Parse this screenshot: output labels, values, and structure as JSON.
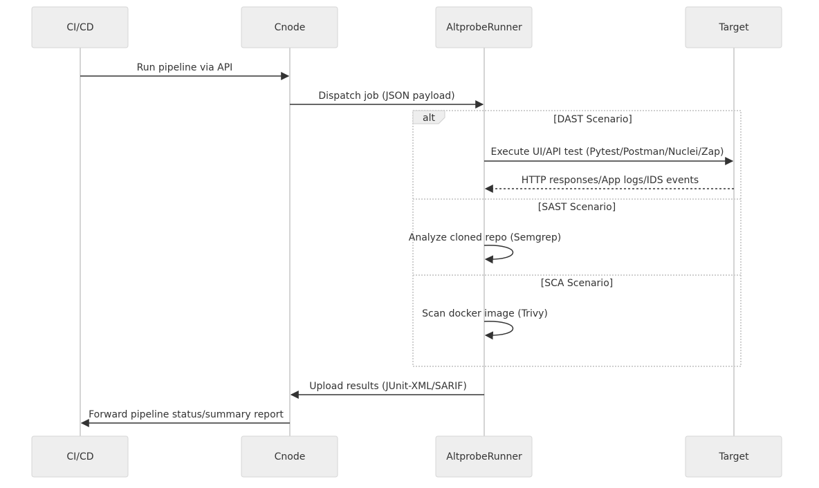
{
  "participants": [
    {
      "id": "cicd",
      "label": "CI/CD"
    },
    {
      "id": "cnode",
      "label": "Cnode"
    },
    {
      "id": "runner",
      "label": "AltprobeRunner"
    },
    {
      "id": "target",
      "label": "Target"
    }
  ],
  "messages": [
    {
      "id": "run-pipeline",
      "from": "cicd",
      "to": "cnode",
      "label": "Run pipeline via API",
      "style": "solid"
    },
    {
      "id": "dispatch-job",
      "from": "cnode",
      "to": "runner",
      "label": "Dispatch job (JSON payload)",
      "style": "solid"
    },
    {
      "id": "execute-test",
      "from": "runner",
      "to": "target",
      "label": "Execute UI/API test (Pytest/Postman/Nuclei/Zap)",
      "style": "solid"
    },
    {
      "id": "http-responses",
      "from": "target",
      "to": "runner",
      "label": "HTTP responses/App logs/IDS events",
      "style": "dashed"
    },
    {
      "id": "analyze-repo",
      "from": "runner",
      "to": "runner",
      "label": "Analyze cloned repo (Semgrep)",
      "style": "self"
    },
    {
      "id": "scan-image",
      "from": "runner",
      "to": "runner",
      "label": "Scan docker image (Trivy)",
      "style": "self"
    },
    {
      "id": "upload-results",
      "from": "runner",
      "to": "cnode",
      "label": "Upload results (JUnit-XML/SARIF)",
      "style": "solid"
    },
    {
      "id": "forward-status",
      "from": "cnode",
      "to": "cicd",
      "label": "Forward pipeline status/summary report",
      "style": "solid"
    }
  ],
  "alt_block": {
    "keyword": "alt",
    "sections": [
      {
        "label": "[DAST Scenario]"
      },
      {
        "label": "[SAST Scenario]"
      },
      {
        "label": "[SCA Scenario]"
      }
    ]
  }
}
